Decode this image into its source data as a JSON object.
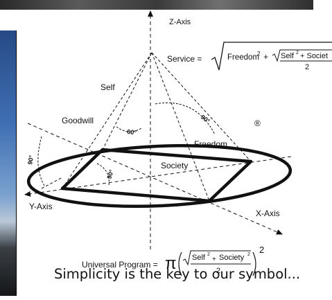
{
  "labels": {
    "z_axis": "Z-Axis",
    "y_axis": "Y-Axis",
    "x_axis": "X-Axis",
    "self": "Self",
    "goodwill": "Goodwill",
    "freedom": "Freedom",
    "society": "Society",
    "registered": "®"
  },
  "angles": {
    "angle_60": "60°",
    "angle_90_right": "90°",
    "angle_90_left": "90°",
    "angle_90_inner": "90°"
  },
  "service_formula": {
    "lhs": "Service =",
    "freedom_term": "Freedom",
    "exp": "2",
    "plus": "+",
    "self_term": "Self",
    "society_term": "+ Societ",
    "denominator": "2"
  },
  "program_formula": {
    "lhs": "Universal Program =",
    "pi": "π",
    "self_term": "Self",
    "plus": "+",
    "society_term": "Society",
    "exp": "2",
    "denominator": "2",
    "outer_exp": "2"
  },
  "caption": "Simplicity is the key to our symbol..."
}
